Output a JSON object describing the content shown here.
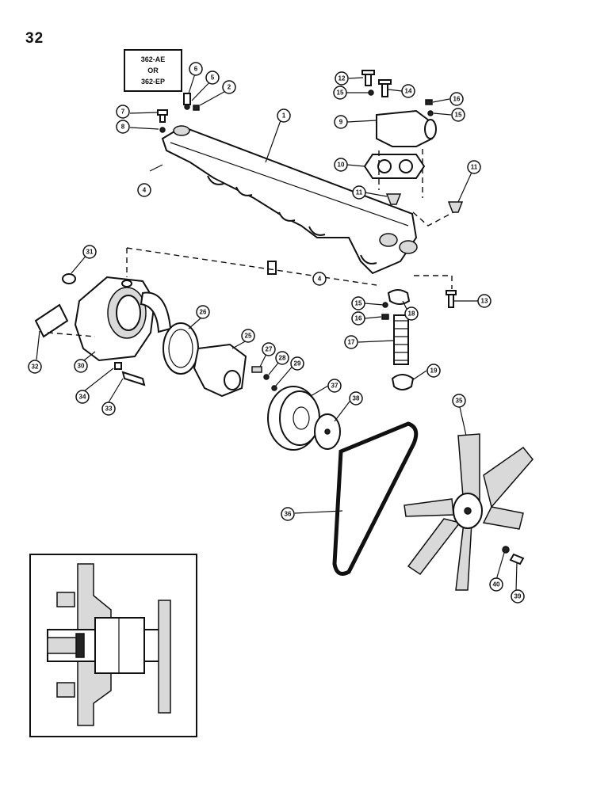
{
  "page": {
    "number": "32"
  },
  "model_box": {
    "line1": "362-AE",
    "line2": "OR",
    "line3": "362-EP"
  },
  "callouts": [
    "1",
    "2",
    "4",
    "4",
    "5",
    "6",
    "7",
    "8",
    "9",
    "10",
    "11",
    "11",
    "12",
    "13",
    "14",
    "15",
    "15",
    "15",
    "16",
    "16",
    "17",
    "18",
    "19",
    "25",
    "26",
    "27",
    "28",
    "29",
    "30",
    "31",
    "32",
    "33",
    "34",
    "35",
    "36",
    "37",
    "38",
    "39",
    "40"
  ]
}
